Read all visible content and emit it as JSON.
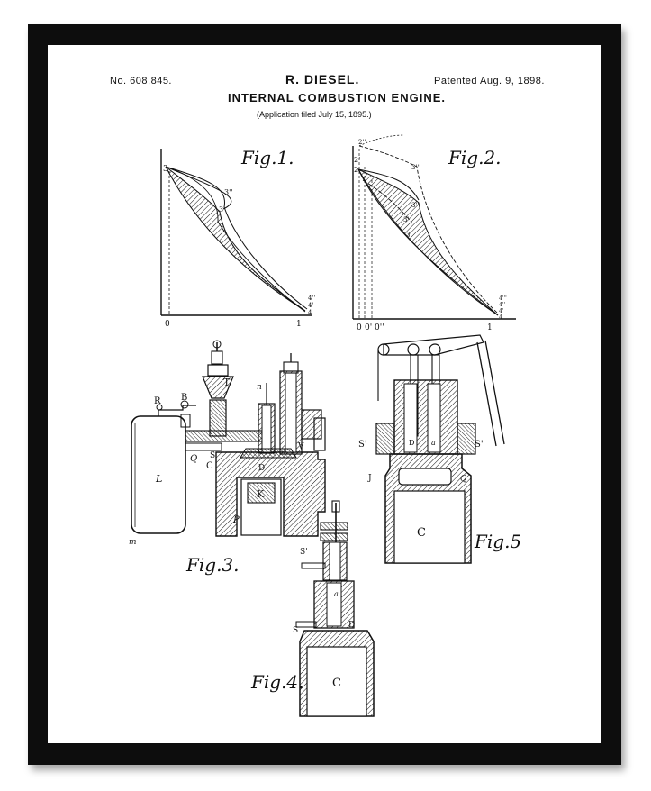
{
  "header": {
    "patent_number": "No. 608,845.",
    "inventor": "R. DIESEL.",
    "patent_date": "Patented Aug. 9, 1898.",
    "title": "INTERNAL COMBUSTION ENGINE.",
    "filed": "(Application filed July 15, 1895.)"
  },
  "figures": {
    "fig1": {
      "label": "Fig.1.",
      "axis_origin": "0",
      "axis_end": "1",
      "points": [
        "3",
        "3'",
        "3''",
        "4''",
        "4'",
        "4"
      ]
    },
    "fig2": {
      "label": "Fig.2.",
      "axis_ticks": [
        "0",
        "0'",
        "0''",
        "1"
      ],
      "points": [
        "2''",
        "2'",
        "2",
        "3'''",
        "3''",
        "3'",
        "3",
        "4'''",
        "4''",
        "4'",
        "4"
      ]
    },
    "fig3": {
      "label": "Fig.3.",
      "parts": [
        "L",
        "R",
        "B",
        "Q",
        "C",
        "S",
        "T",
        "n",
        "D",
        "V",
        "K",
        "P",
        "m"
      ]
    },
    "fig4": {
      "label": "Fig.4.",
      "parts": [
        "C",
        "S'",
        "S",
        "D",
        "a"
      ]
    },
    "fig5": {
      "label": "Fig.5",
      "parts": [
        "C",
        "S'",
        "S'",
        "D",
        "a",
        "J",
        "Q"
      ]
    }
  },
  "colors": {
    "frame": "#0d0d0d",
    "paper": "#ffffff",
    "ink": "#111111"
  }
}
